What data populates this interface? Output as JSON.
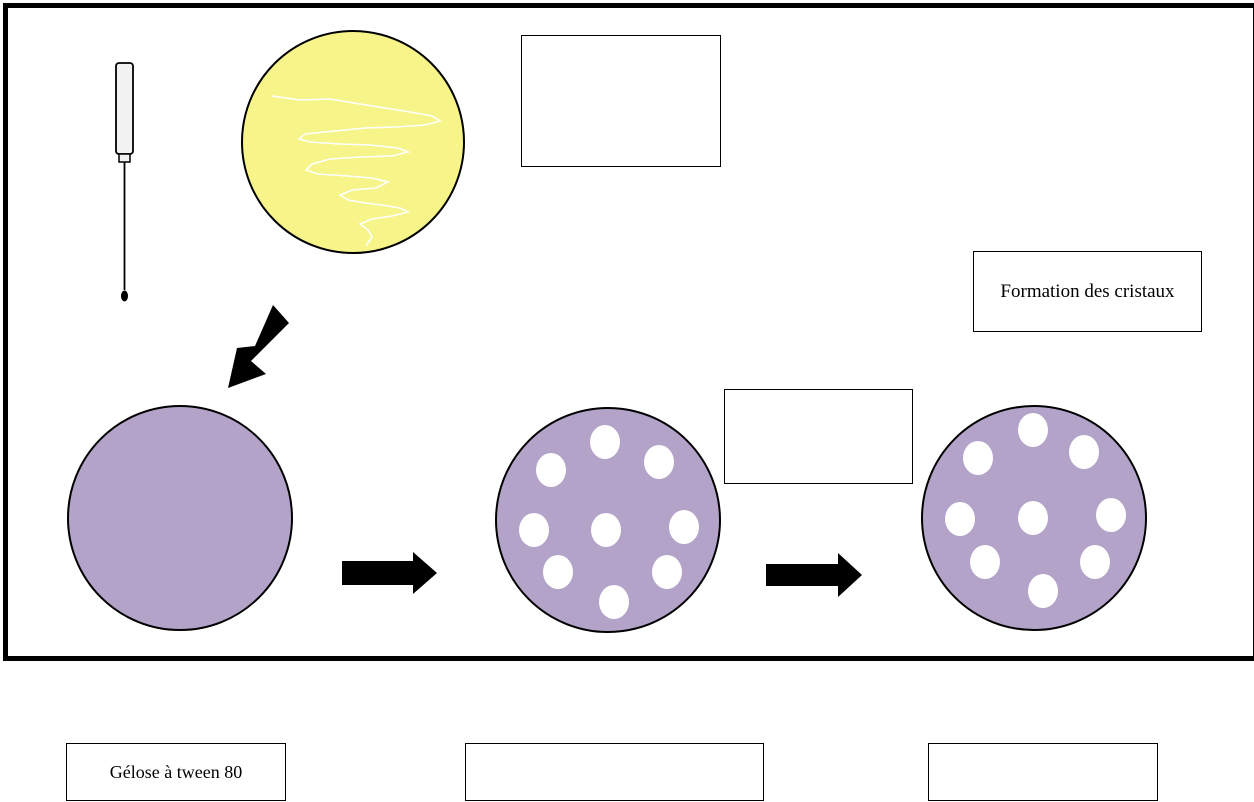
{
  "colors": {
    "background": "#ffffff",
    "border": "#000000",
    "agar_plate": "#b3a3c9",
    "culture_plate": "#f7f48a",
    "streak": "#ffffff",
    "colony": "#ffffff",
    "arrow": "#000000"
  },
  "labels": {
    "top_box": "",
    "right_box": "Formation des cristaux",
    "middle_box": "",
    "bottom_left": "Gélose à tween 80",
    "bottom_middle": "",
    "bottom_right": ""
  },
  "plates": [
    {
      "name": "culture-plate",
      "description_icon": "petri-dish-streak-icon"
    },
    {
      "name": "tween-agar-plate",
      "colonies": 0
    },
    {
      "name": "incubated-plate-1",
      "colonies": 9
    },
    {
      "name": "incubated-plate-2",
      "colonies": 9
    }
  ],
  "icons": {
    "loop": "inoculation-loop-icon",
    "arrow": "arrow-icon"
  }
}
